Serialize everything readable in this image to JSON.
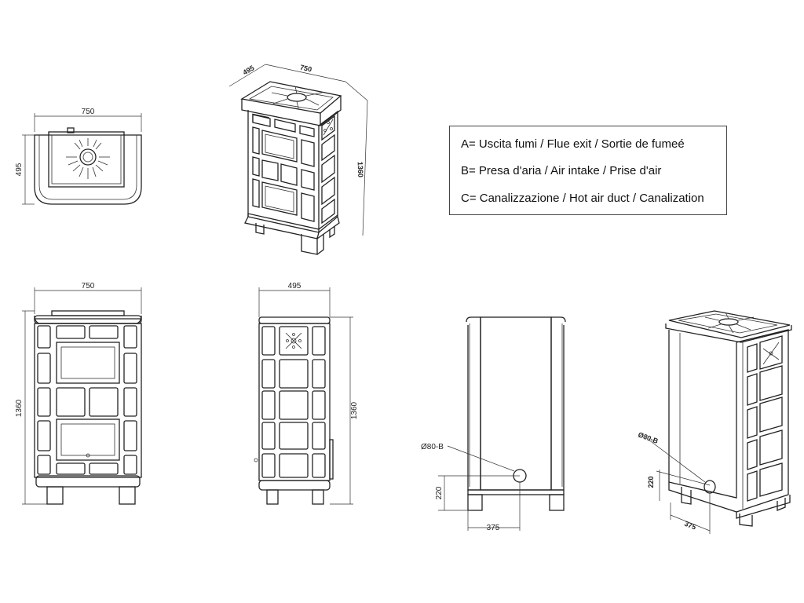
{
  "legend": {
    "a": "A= Uscita fumi / Flue exit / Sortie de fumeé",
    "b": "B= Presa d'aria / Air intake / Prise d'air",
    "c": "C= Canalizzazione / Hot air duct / Canalization"
  },
  "dimensions": {
    "top_width": "750",
    "top_depth": "495",
    "iso_depth": "495",
    "iso_width": "750",
    "iso_height": "1360",
    "front_width": "750",
    "front_height": "1360",
    "side_depth": "495",
    "side_height": "1360",
    "rear_pipe": "Ø80-B",
    "rear_pipe_height": "220",
    "rear_pipe_offset": "375",
    "iso_rear_pipe": "Ø80-B",
    "iso_rear_pipe_height": "220",
    "iso_rear_pipe_offset": "375"
  }
}
